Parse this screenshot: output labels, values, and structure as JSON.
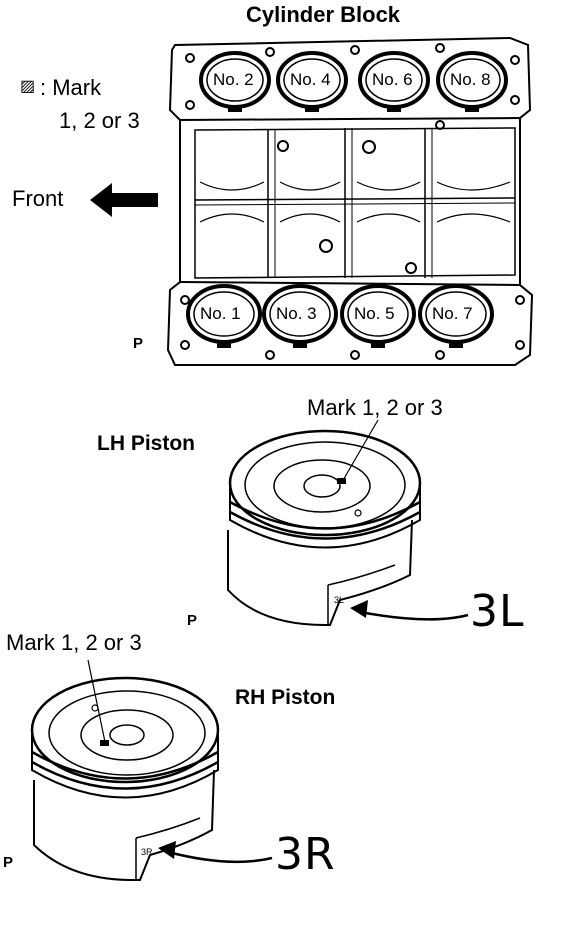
{
  "block": {
    "title": "Cylinder Block",
    "legend_symbol": "▨",
    "legend_line1": ": Mark",
    "legend_line2": "1, 2 or 3",
    "front_label": "Front",
    "p_label": "P",
    "top_cylinders": [
      "No. 2",
      "No. 4",
      "No. 6",
      "No. 8"
    ],
    "bottom_cylinders": [
      "No. 1",
      "No. 3",
      "No. 5",
      "No. 7"
    ]
  },
  "lh_piston": {
    "title": "LH Piston",
    "mark_label": "Mark 1, 2 or 3",
    "code": "3L",
    "p_label": "P"
  },
  "rh_piston": {
    "title": "RH Piston",
    "mark_label": "Mark 1, 2 or 3",
    "code": "3R",
    "p_label": "P"
  }
}
